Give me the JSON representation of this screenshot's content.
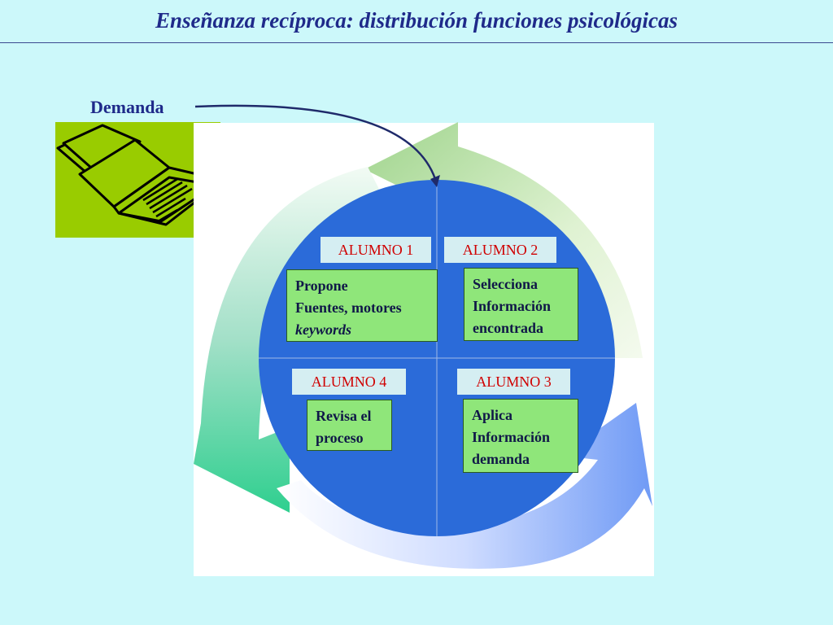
{
  "title": "Enseñanza recíproca: distribución funciones psicológicas",
  "demand_label": "Demanda",
  "icons": {
    "folder": "folder-document-icon"
  },
  "colors": {
    "background": "#ccf8fa",
    "circle": "#2b6bd9",
    "task_box": "#8fe67a",
    "role_label_text": "#d00000",
    "title": "#1f2a8a"
  },
  "quadrants": [
    {
      "role": "ALUMNO 1",
      "lines": [
        "Propone",
        "Fuentes, motores",
        "keywords"
      ]
    },
    {
      "role": "ALUMNO 2",
      "lines": [
        "Selecciona",
        "Información",
        "encontrada"
      ]
    },
    {
      "role": "ALUMNO 4",
      "lines": [
        "Revisa el",
        "proceso"
      ]
    },
    {
      "role": "ALUMNO 3",
      "lines": [
        "Aplica",
        "Información",
        "demanda"
      ]
    }
  ]
}
